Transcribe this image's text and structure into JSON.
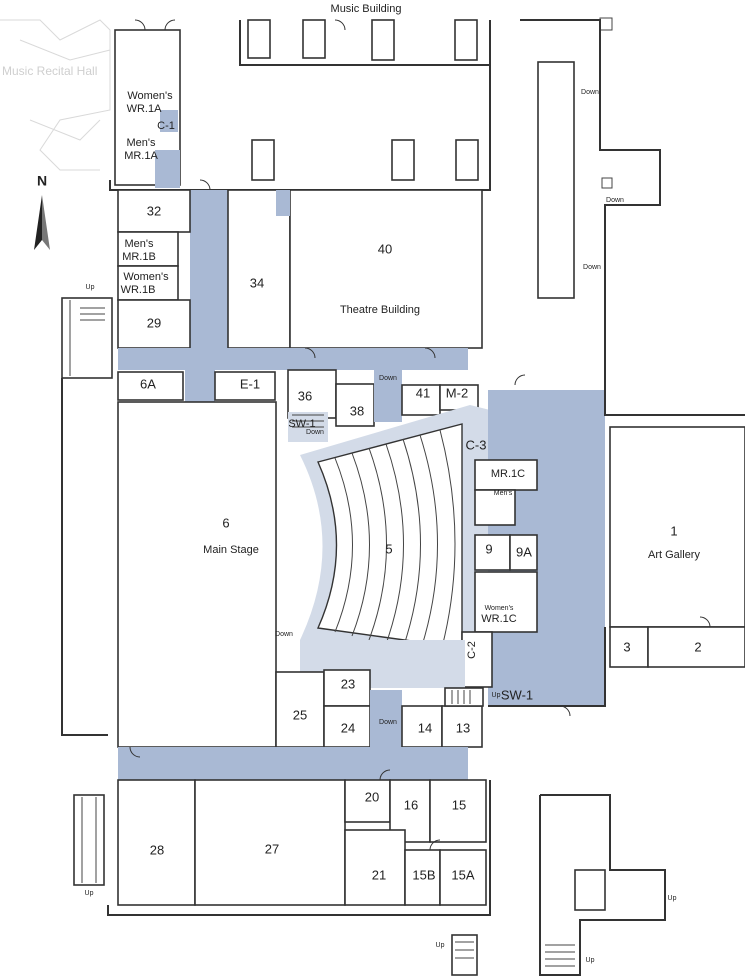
{
  "buildings": {
    "music": "Music Building",
    "recital": "Music Recital Hall",
    "theatre": "Theatre Building",
    "gallery": "Art Gallery"
  },
  "compass": {
    "north": "N"
  },
  "rooms": {
    "r1": "1",
    "r2": "2",
    "r3": "3",
    "r5": "5",
    "r6": "6",
    "main_stage": "Main Stage",
    "r9": "9",
    "r9a": "9A",
    "r13": "13",
    "r14": "14",
    "r15": "15",
    "r15a": "15A",
    "r15b": "15B",
    "r16": "16",
    "r20": "20",
    "r21": "21",
    "r23": "23",
    "r24": "24",
    "r25": "25",
    "r27": "27",
    "r28": "28",
    "r29": "29",
    "r32": "32",
    "r34": "34",
    "r36": "36",
    "r38": "38",
    "r40": "40",
    "r41": "41",
    "r6a": "6A",
    "e1": "E-1",
    "m2": "M-2",
    "c1": "C-1",
    "c2": "C-2",
    "c3": "C-3",
    "sw1": "SW-1",
    "wr1a_line1": "Women's",
    "wr1a_line2": "WR.1A",
    "mr1a_line1": "Men's",
    "mr1a_line2": "MR.1A",
    "mr1b_line1": "Men's",
    "mr1b_line2": "MR.1B",
    "wr1b_line1": "Women's",
    "wr1b_line2": "WR.1B",
    "mr1c": "MR.1C",
    "mens": "Men's",
    "wr1c_line1": "Women's",
    "wr1c_line2": "WR.1C",
    "sw1_top": "SW-1"
  },
  "stairs": {
    "up": "Up",
    "down": "Down"
  },
  "colors": {
    "hallway": "#a9b9d4",
    "seating": "#d3dbe8"
  }
}
